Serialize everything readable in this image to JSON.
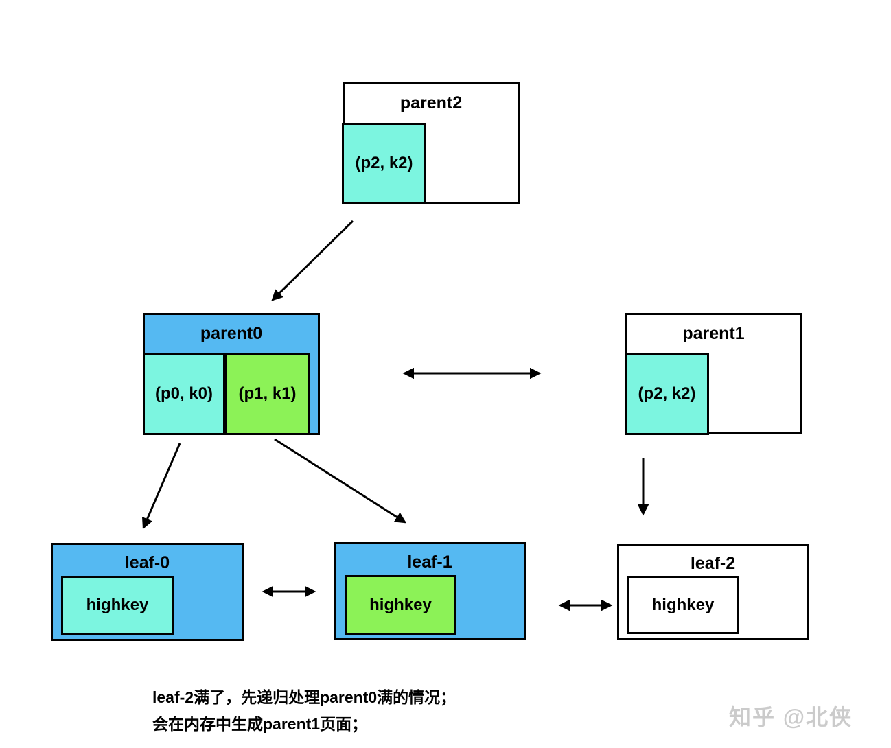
{
  "nodes": {
    "parent2": {
      "title": "parent2",
      "fill": "white",
      "cells": [
        {
          "label": "(p2, k2)",
          "fill": "cyan"
        }
      ]
    },
    "parent0": {
      "title": "parent0",
      "fill": "blue",
      "cells": [
        {
          "label": "(p0, k0)",
          "fill": "cyan"
        },
        {
          "label": "(p1, k1)",
          "fill": "green"
        }
      ]
    },
    "parent1": {
      "title": "parent1",
      "fill": "white",
      "cells": [
        {
          "label": "(p2, k2)",
          "fill": "cyan"
        }
      ]
    },
    "leaf0": {
      "title": "leaf-0",
      "fill": "blue",
      "cells": [
        {
          "label": "highkey",
          "fill": "cyan"
        }
      ]
    },
    "leaf1": {
      "title": "leaf-1",
      "fill": "blue",
      "cells": [
        {
          "label": "highkey",
          "fill": "green"
        }
      ]
    },
    "leaf2": {
      "title": "leaf-2",
      "fill": "white",
      "cells": [
        {
          "label": "highkey",
          "fill": "white"
        }
      ]
    }
  },
  "edges": [
    {
      "from": "parent2",
      "to": "parent0",
      "type": "arrow"
    },
    {
      "from": "parent0",
      "to": "parent1",
      "type": "double-arrow"
    },
    {
      "from": "parent0",
      "to": "leaf-0",
      "type": "arrow"
    },
    {
      "from": "parent0",
      "to": "leaf-1",
      "type": "arrow"
    },
    {
      "from": "parent1",
      "to": "leaf-2",
      "type": "arrow"
    },
    {
      "from": "leaf-0",
      "to": "leaf-1",
      "type": "double-arrow"
    },
    {
      "from": "leaf-1",
      "to": "leaf-2",
      "type": "double-arrow"
    }
  ],
  "caption": {
    "line1": "leaf-2满了，先递归处理parent0满的情况；",
    "line2": "会在内存中生成parent1页面；"
  },
  "watermark": "知乎 @北侠",
  "colors": {
    "blue": "#55B9F2",
    "cyan": "#7CF5E0",
    "green": "#8CF257",
    "white": "#FFFFFF",
    "border": "#000000",
    "watermark_gray": "#CBCBCB"
  }
}
